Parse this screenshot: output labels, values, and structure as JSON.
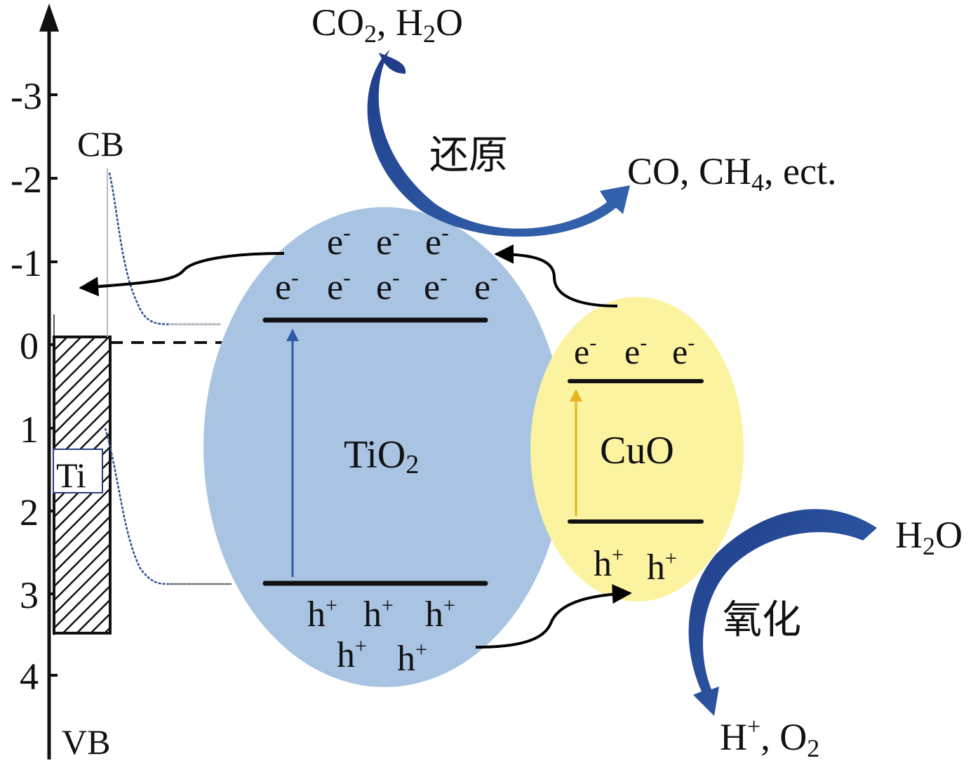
{
  "axis": {
    "ticks": [
      "-3",
      "-2",
      "-1",
      "0",
      "1",
      "2",
      "3",
      "4"
    ],
    "cb_label": "CB",
    "vb_label": "VB",
    "metal_label": "Ti"
  },
  "tio2": {
    "label": "TiO",
    "label_sub": "2",
    "electron": "e",
    "electron_sup": "-",
    "hole": "h",
    "hole_sup": "+"
  },
  "cuo": {
    "label": "CuO",
    "electron": "e",
    "electron_sup": "-",
    "hole": "h",
    "hole_sup": "+"
  },
  "reduction": {
    "reactant_a": "CO",
    "reactant_a_sub": "2",
    "reactant_sep": ", ",
    "reactant_b": "H",
    "reactant_b_sub": "2",
    "reactant_b_tail": "O",
    "process": "还原",
    "product_a": "CO",
    "product_sep1": ", ",
    "product_b": "CH",
    "product_b_sub": "4",
    "product_sep2": ", ",
    "product_c": "ect."
  },
  "oxidation": {
    "reactant": "H",
    "reactant_sub": "2",
    "reactant_tail": "O",
    "process": "氧化",
    "product_a": "H",
    "product_a_sup": "+",
    "product_sep": ", ",
    "product_b": "O",
    "product_b_sub": "2"
  },
  "colors": {
    "tio2_fill": "#a9c4e2",
    "cuo_fill": "#fbf3a0",
    "curved_arrow": "#2a4f9a",
    "band_line": "#111111"
  }
}
